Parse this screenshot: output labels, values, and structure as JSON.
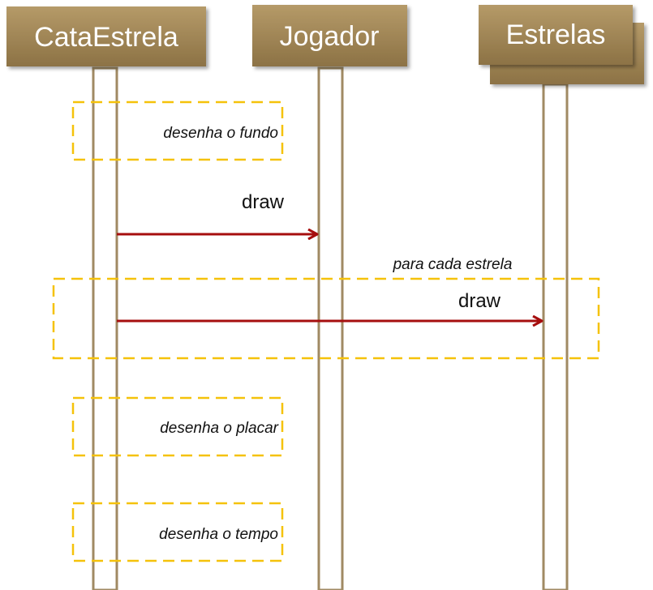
{
  "diagram": {
    "type": "sequence",
    "participants": [
      {
        "id": "cataestrela",
        "label": "CataEstrela"
      },
      {
        "id": "jogador",
        "label": "Jogador"
      },
      {
        "id": "estrelas",
        "label": "Estrelas",
        "multi_instance": true
      }
    ],
    "notes": [
      {
        "id": "fundo",
        "text": "desenha o fundo"
      },
      {
        "id": "placar",
        "text": "desenha o placar"
      },
      {
        "id": "tempo",
        "text": "desenha o tempo"
      }
    ],
    "loop": {
      "label": "para cada estrela"
    },
    "messages": [
      {
        "id": "draw-jogador",
        "from": "CataEstrela",
        "to": "Jogador",
        "label": "draw"
      },
      {
        "id": "draw-estrelas",
        "from": "CataEstrela",
        "to": "Estrelas",
        "label": "draw"
      }
    ],
    "colors": {
      "actor_box": "#9b8152",
      "actor_box_light": "#b59a68",
      "lifeline": "#a08a63",
      "note_border": "#f5c20a",
      "arrow": "#a60e0e"
    }
  }
}
